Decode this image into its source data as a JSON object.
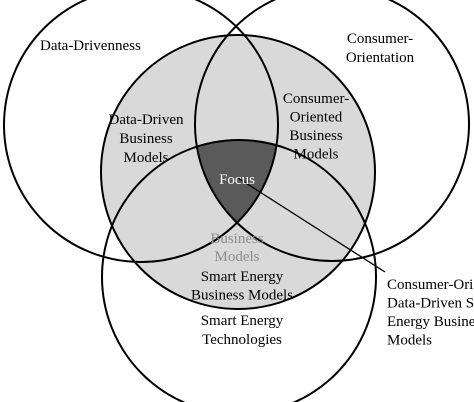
{
  "colors": {
    "stroke": "#000000",
    "business_fill": "#d9d9d9",
    "focus_fill": "#5a5a5a",
    "business_label": "#8c8c8c",
    "focus_label": "#ffffff"
  },
  "labels": {
    "data_drivenness": [
      "Data-Drivenness"
    ],
    "consumer_orientation": [
      "Consumer-",
      "Orientation"
    ],
    "data_driven_business_models": [
      "Data-Driven",
      "Business",
      "Models"
    ],
    "consumer_oriented_business_models": [
      "Consumer-",
      "Oriented",
      "Business",
      "Models"
    ],
    "focus": [
      "Focus"
    ],
    "business_models": [
      "Business",
      "Models"
    ],
    "smart_energy_business_models": [
      "Smart Energy",
      "Business Models"
    ],
    "smart_energy_technologies": [
      "Smart Energy",
      "Technologies"
    ],
    "callout": [
      "Consumer-Oriented",
      "Data-Driven Smart",
      "Energy Business",
      "Models"
    ]
  }
}
